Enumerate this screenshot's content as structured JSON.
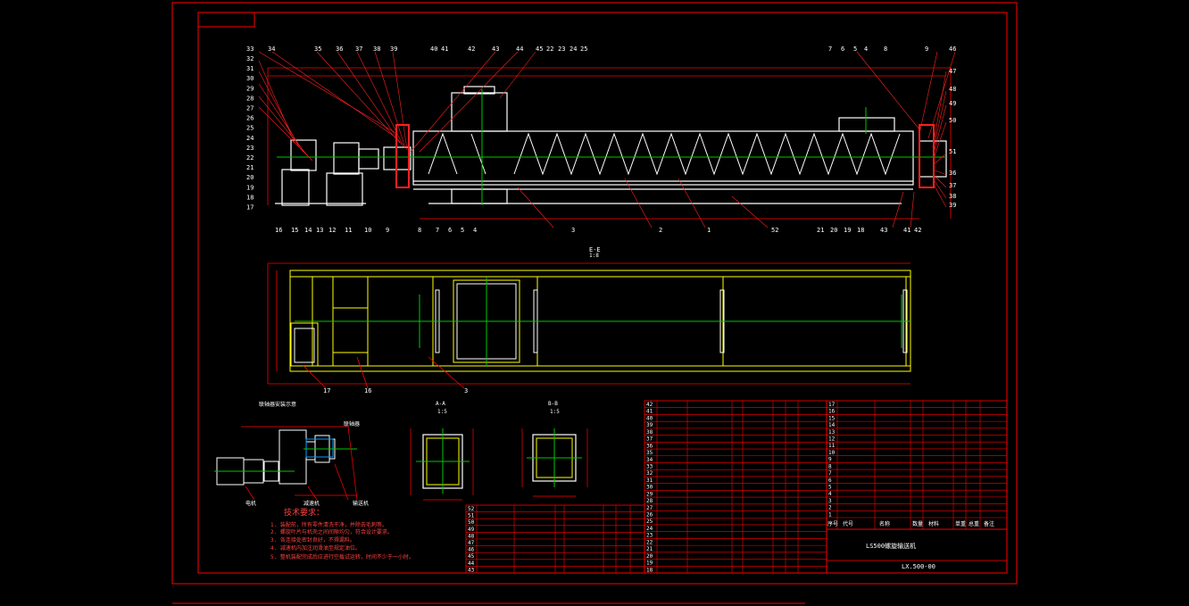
{
  "colors": {
    "background": "#000000",
    "frame": "#ff0000",
    "part": "#ffffff",
    "centerline": "#00c800",
    "structure": "#ffff00",
    "leader": "#ff2020",
    "table_text": "#ff4040"
  },
  "callouts": {
    "top_left": [
      "33",
      "34",
      "35",
      "36",
      "37",
      "38",
      "39",
      "40",
      "41",
      "42",
      "43",
      "44",
      "45",
      "22",
      "23",
      "24",
      "25"
    ],
    "top_right": [
      "7",
      "6",
      "5",
      "4",
      "8",
      "9",
      "46"
    ],
    "left": [
      "32",
      "31",
      "30",
      "29",
      "28",
      "27",
      "26",
      "25",
      "24",
      "23",
      "22",
      "21",
      "20",
      "19",
      "18",
      "17"
    ],
    "bottom_left": [
      "16",
      "15",
      "14",
      "13",
      "12",
      "11",
      "10",
      "9",
      "8",
      "7",
      "6",
      "5",
      "4"
    ],
    "bottom_mid": [
      "3",
      "2",
      "1",
      "52"
    ],
    "bottom_right": [
      "21",
      "20",
      "19",
      "18",
      "43",
      "41",
      "42"
    ],
    "right": [
      "47",
      "48",
      "49",
      "50",
      "51",
      "36",
      "37",
      "38",
      "39"
    ]
  },
  "plan_callouts": [
    "17",
    "16",
    "3"
  ],
  "view_labels": {
    "plan": "E-E",
    "plan_scale": "1:8",
    "section_a": "A-A",
    "section_b": "B-B",
    "scale": "1:5"
  },
  "tech_req": {
    "title": "技术要求：",
    "items": [
      "1. 装配前，所有零件清洗干净，并除去毛刺等。",
      "2. 螺旋叶片与机壳之间间隙均匀，符合设计要求。",
      "3. 各连接处密封良好，不得漏料。",
      "4. 减速机内加注润滑油至规定油位。",
      "5. 整机装配完成后应进行空载试运转，时间不少于一小时。"
    ]
  },
  "detail_labels": [
    "联轴器安装示意",
    "电机",
    "减速机",
    "输送机",
    "联轴器"
  ],
  "parts_table_middle": [
    "42",
    "41",
    "40",
    "39",
    "38",
    "37",
    "36",
    "35",
    "34",
    "33",
    "32",
    "31",
    "30",
    "29",
    "28",
    "27",
    "26",
    "25",
    "24",
    "23",
    "22",
    "21",
    "20",
    "19",
    "18"
  ],
  "parts_table_left": [
    "52",
    "51",
    "50",
    "49",
    "48",
    "47",
    "46",
    "45",
    "44",
    "43"
  ],
  "parts_table_right": [
    "17",
    "16",
    "15",
    "14",
    "13",
    "12",
    "11",
    "10",
    "9",
    "8",
    "7",
    "6",
    "5",
    "4",
    "3",
    "2",
    "1"
  ],
  "table_header": [
    "序号",
    "代号",
    "名称",
    "数量",
    "材料",
    "单重",
    "总重",
    "备注"
  ],
  "title_block": {
    "name": "LS500螺旋输送机",
    "drawing_no": "LX.500-00"
  }
}
